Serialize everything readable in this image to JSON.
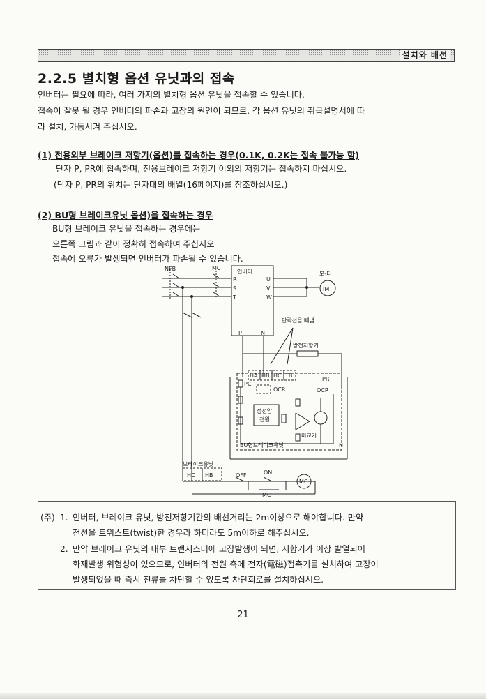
{
  "header": {
    "section_label": "설치와 배선"
  },
  "title": "2.2.5 별치형 옵션 유닛과의 접속",
  "intro": [
    "인버터는 필요에 따라, 여러 가지의 별치형 옵션 유닛을 접속할 수 있습니다.",
    "접속이 잘못 될 경우 인버터의 파손과 고장의 원인이 되므로, 각 옵션 유닛의 취급설명서에 따",
    "라 설치, 가동시켜 주십시오."
  ],
  "section1": {
    "heading": "(1) 전용외부 브레이크 저항기(옵션)를 접속하는 경우(0.1K, 0.2K는 접속 불가능 함)",
    "lines": [
      "단자 P, PR에 접속하며, 전용브레이크 저항기 이외의 저항기는 접속하지 마십시오.",
      "(단자 P, PR의 위치는 단자대의 배열(16페이지)를 참조하십시오.)"
    ]
  },
  "section2": {
    "heading": "(2) BU형 브레이크유닛 옵션)을 접속하는 경우",
    "lines": [
      "BU형 브레이크 유닛을 접속하는 경우에는",
      "오른쪽 그림과 같이 정확히 접속하여 주십시오",
      "접속에 오류가 발생되면 인버터가 파손될 수 있습니다."
    ]
  },
  "diagram": {
    "nfb": "NFB",
    "mc": "MC",
    "inverter": "인버터",
    "r": "R",
    "s": "S",
    "t": "T",
    "u": "U",
    "v": "V",
    "w": "W",
    "motor": "모-터",
    "motor_symbol": "IM",
    "p": "P",
    "n": "N",
    "jumper_note": "단락선을 빼냄",
    "resistor": "방전저항기",
    "ha": "HA",
    "hb": "HB",
    "hc": "HC",
    "tb": "TB",
    "pc": "PC",
    "ocr": "OCR",
    "pr": "PR",
    "ocr2": "OCR",
    "psu": "정전압\n전원",
    "comparator": "비교기",
    "unit_label": "BU형브레이크유닛",
    "unit2": "브레이크유닛",
    "hc2": "HC",
    "hb2": "HB",
    "off": "OFF",
    "on": "ON",
    "mc2": "MC",
    "mc3": "MC"
  },
  "notes": {
    "prefix": "(주)",
    "items": [
      {
        "num": "1.",
        "lines": [
          "인버터, 브레이크 유닛, 방전저항기간의 배선거리는 2m이상으로 해야합니다. 만약",
          "전선을 트위스트(twist)한 경우라 하더라도 5m이하로 해주십시오."
        ]
      },
      {
        "num": "2.",
        "lines": [
          "만약 브레이크 유닛의 내부 트랜지스터에 고장발생이 되면, 저항기가 이상 발열되어",
          "화재발생 위험성이 있으므로, 인버터의 전원 측에 전자(電磁)접촉기를 설치하여 고장이",
          "발생되었을 때 즉시 전류를 차단할 수 있도록 차단회로를 설치하십시오."
        ]
      }
    ]
  },
  "page_number": "21"
}
